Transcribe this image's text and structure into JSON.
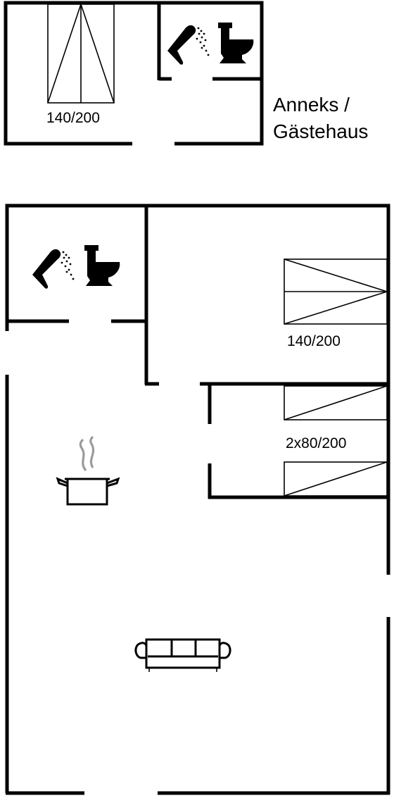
{
  "annex": {
    "title_line1": "Anneks /",
    "title_line2": "Gästehaus",
    "bed_label": "140/200"
  },
  "main_house": {
    "bed_double_label": "140/200",
    "bed_twin_label": "2x80/200"
  },
  "icons": {
    "shower": "shower-icon",
    "toilet": "toilet-icon",
    "cooking_pot": "cooking-pot-icon",
    "sofa": "sofa-icon"
  },
  "colors": {
    "line": "#000000",
    "background": "#ffffff",
    "steam": "#9a9a9a"
  }
}
